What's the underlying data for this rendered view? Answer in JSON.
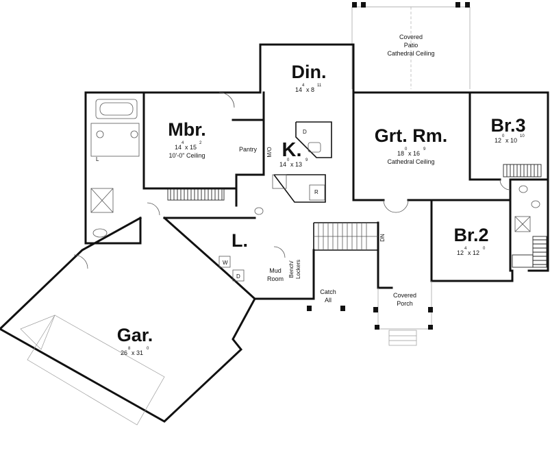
{
  "rooms": {
    "din": {
      "name": "Din.",
      "dim": "14",
      "sup1": "4",
      "x": "x 8",
      "sup2": "11"
    },
    "patio": {
      "line1": "Covered",
      "line2": "Patio",
      "line3": "Cathedral Ceiling"
    },
    "mbr": {
      "name": "Mbr.",
      "dim": "14",
      "sup1": "4",
      "x": "x 15",
      "sup2": "2",
      "ceiling": "10'-0\" Ceiling"
    },
    "kitchen": {
      "name": "K.",
      "dim": "14",
      "sup1": "0",
      "x": "x 13",
      "sup2": "9"
    },
    "pantry": {
      "name": "Pantry"
    },
    "mw": {
      "name": "M/O"
    },
    "grt": {
      "name": "Grt. Rm.",
      "dim": "18",
      "sup1": "0",
      "x": "x 16",
      "sup2": "9",
      "ceiling": "Cathedral Ceiling"
    },
    "br3": {
      "name": "Br.3",
      "dim": "12",
      "sup1": "0",
      "x": "x 10",
      "sup2": "10"
    },
    "br2": {
      "name": "Br.2",
      "dim": "12",
      "sup1": "4",
      "x": "x 12",
      "sup2": "0"
    },
    "laundry": {
      "name": "L."
    },
    "mud": {
      "line1": "Mud",
      "line2": "Room"
    },
    "bench": {
      "line1": "Bench/",
      "line2": "Lockers"
    },
    "catch": {
      "line1": "Catch",
      "line2": "All"
    },
    "porch": {
      "line1": "Covered",
      "line2": "Porch"
    },
    "gar": {
      "name": "Gar.",
      "dim": "26",
      "sup1": "8",
      "x": "x 31",
      "sup2": "0"
    }
  },
  "markers": {
    "dn": "DN",
    "linen": "L",
    "dishwasher": "D",
    "refrigerator": "R",
    "washer": "W",
    "dryer": "D"
  }
}
